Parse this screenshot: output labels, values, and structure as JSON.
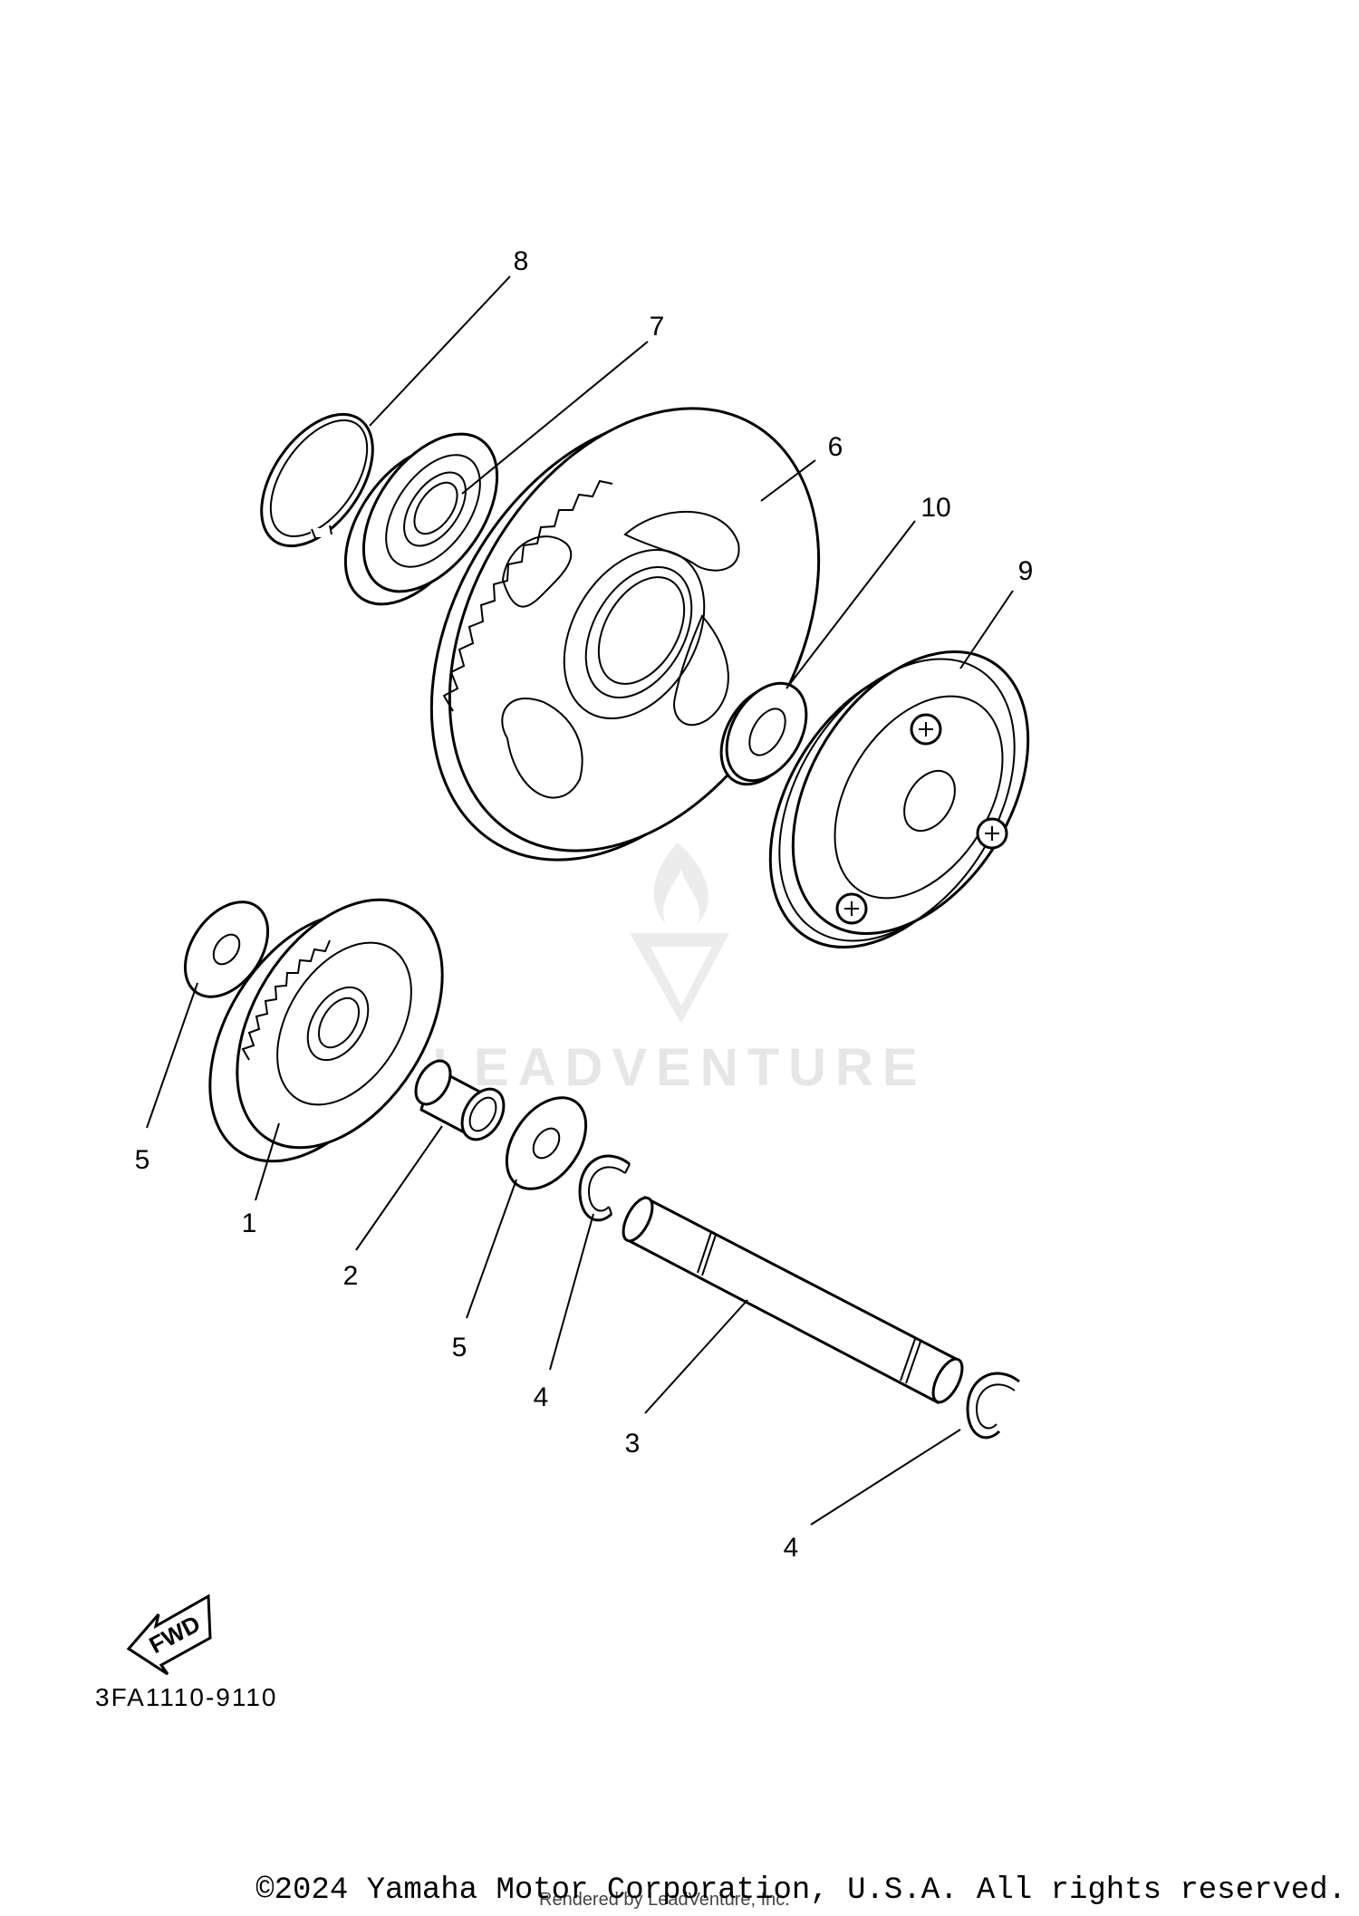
{
  "callouts": {
    "c1": "1",
    "c2": "2",
    "c3": "3",
    "c4a": "4",
    "c4b": "4",
    "c5a": "5",
    "c5b": "5",
    "c6": "6",
    "c7": "7",
    "c8": "8",
    "c9": "9",
    "c10": "10"
  },
  "fwd_label": "FWD",
  "diagram_code": "3FA1110-9110",
  "watermark_text": "LEADVENTURE",
  "copyright": "©2024 Yamaha Motor Corporation, U.S.A. All rights reserved.",
  "rendered_by": "Rendered by LeadVenture, Inc.",
  "colors": {
    "line": "#000000",
    "watermark": "#e6e6e6",
    "background": "#ffffff"
  }
}
